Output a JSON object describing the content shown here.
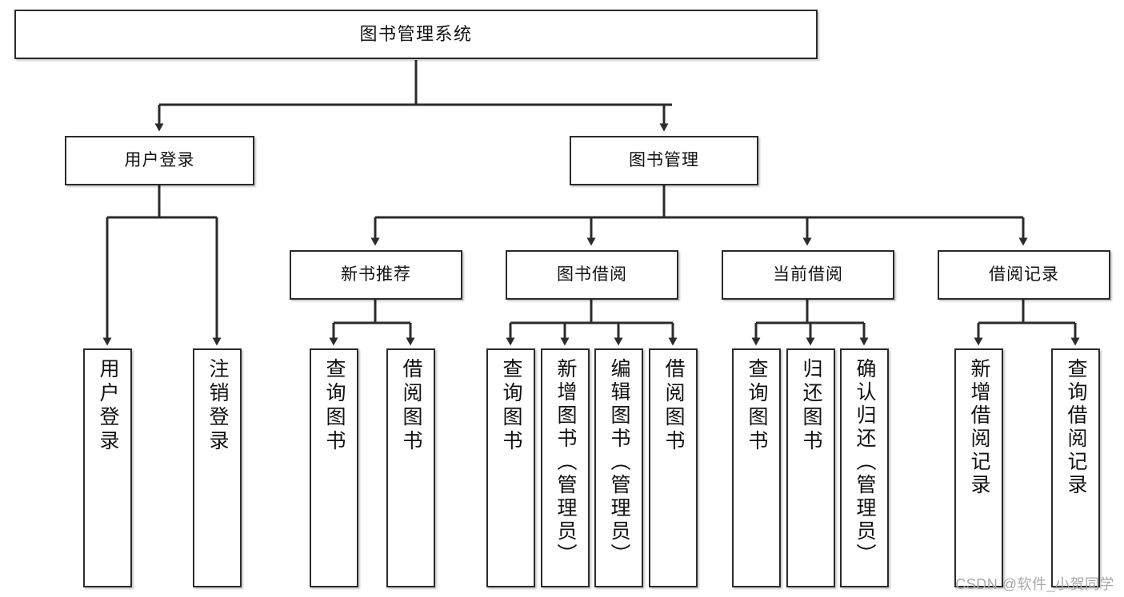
{
  "diagram": {
    "type": "tree-hierarchy",
    "title": "图书管理系统",
    "watermark": "CSDN @软件_小贺同学",
    "colors": {
      "background": "#ffffff",
      "box_border": "#2b2b2b",
      "box_fill": "#ffffff",
      "text": "#111111",
      "connector": "#2b2b2b",
      "watermark": "#a8a8a8"
    },
    "nodes": {
      "root": {
        "label": "图书管理系统"
      },
      "level2": [
        {
          "id": "user-login",
          "label": "用户登录"
        },
        {
          "id": "book-management",
          "label": "图书管理"
        }
      ],
      "level3": [
        {
          "id": "new-book-recommend",
          "label": "新书推荐"
        },
        {
          "id": "book-borrow",
          "label": "图书借阅"
        },
        {
          "id": "current-borrow",
          "label": "当前借阅"
        },
        {
          "id": "borrow-record",
          "label": "借阅记录"
        }
      ],
      "leaves": {
        "user_login": [
          {
            "id": "leaf-user-login",
            "label": "用户登录"
          },
          {
            "id": "leaf-logout-login",
            "label": "注销登录"
          }
        ],
        "new_book_recommend": [
          {
            "id": "leaf-query-book-1",
            "label": "查询图书"
          },
          {
            "id": "leaf-borrow-book-1",
            "label": "借阅图书"
          }
        ],
        "book_borrow": [
          {
            "id": "leaf-query-book-2",
            "label": "查询图书"
          },
          {
            "id": "leaf-add-book",
            "label": "新增图书（管理员）"
          },
          {
            "id": "leaf-edit-book",
            "label": "编辑图书（管理员）"
          },
          {
            "id": "leaf-borrow-book-2",
            "label": "借阅图书"
          }
        ],
        "current_borrow": [
          {
            "id": "leaf-query-book-3",
            "label": "查询图书"
          },
          {
            "id": "leaf-return-book",
            "label": "归还图书"
          },
          {
            "id": "leaf-confirm-return",
            "label": "确认归还（管理员）"
          }
        ],
        "borrow_record": [
          {
            "id": "leaf-add-record",
            "label": "新增借阅记录"
          },
          {
            "id": "leaf-query-record",
            "label": "查询借阅记录"
          }
        ]
      }
    }
  }
}
